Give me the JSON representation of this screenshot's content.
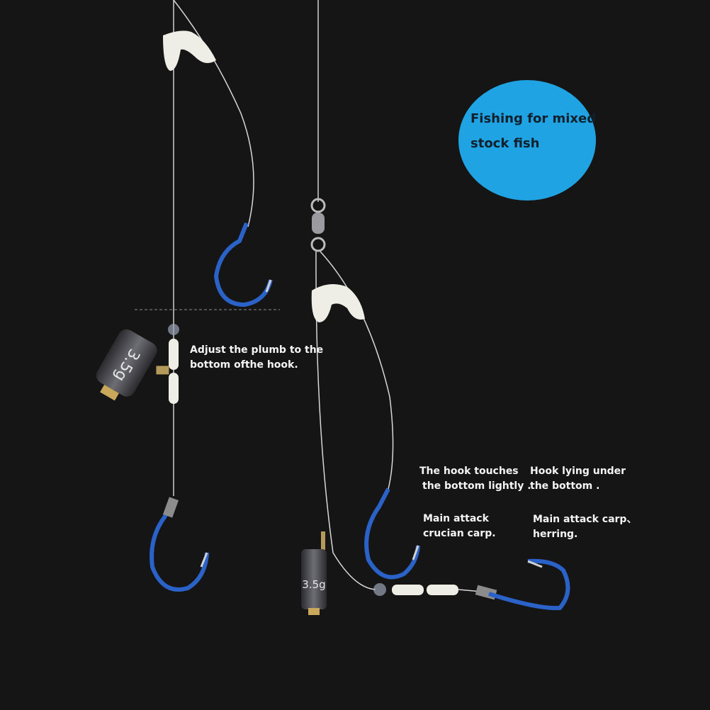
{
  "badge": {
    "line1": "Fishing for mixed",
    "line2": "stock fish",
    "color": "#1fa3e2"
  },
  "left_rig": {
    "note_line1": "Adjust the plumb to the",
    "note_line2": "bottom ofthe hook.",
    "weight_label": "3.5g"
  },
  "right_rig": {
    "weight_label": "3.5g",
    "hook_a": {
      "line1": "The hook touches",
      "line2": "the bottom lightly .",
      "target1": "Main attack",
      "target2": "crucian carp."
    },
    "hook_b": {
      "line1": "Hook lying under",
      "line2": "the bottom .",
      "target1": "Main attack carp、",
      "target2": "herring."
    }
  },
  "colors": {
    "hook_blue": "#2a62c8",
    "background": "#151515"
  }
}
